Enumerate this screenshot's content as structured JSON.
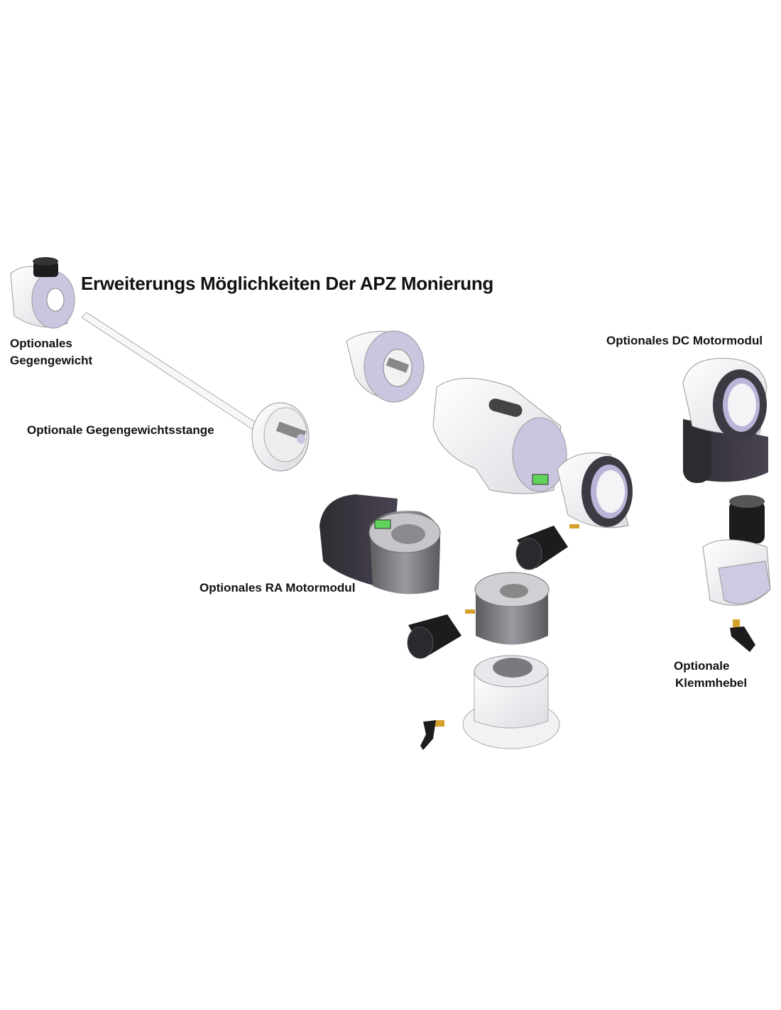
{
  "title": "Erweiterungs Möglichkeiten Der APZ Monierung",
  "labels": {
    "counterweight_line1": "Optionales",
    "counterweight_line2": "Gegengewicht",
    "counterweight_rod": "Optionale Gegengewichtsstange",
    "dc_motor": "Optionales DC Motormodul",
    "ra_motor": "Optionales RA Motormodul",
    "clamp_line1": "Optionale",
    "clamp_line2": "Klemmhebel"
  },
  "colors": {
    "body_white": "#f4f4f6",
    "face_lavender": "#c9c6e0",
    "dark_module": "#3a3640",
    "grey_metal": "#7a7a7e",
    "knob_black": "#1c1c1e",
    "brass": "#d4a12a",
    "level_green": "#5fd35a"
  }
}
